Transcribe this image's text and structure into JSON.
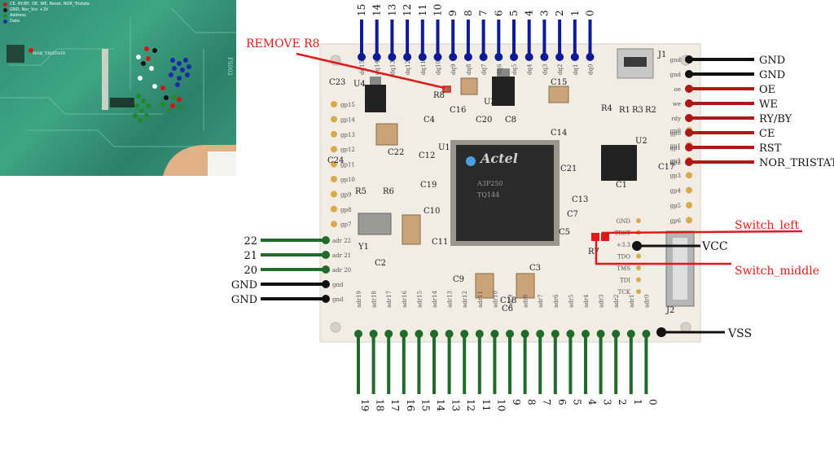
{
  "inset": {
    "legend": [
      {
        "label": "CE, RY/BY, OE, WE, Reset, NOR_Tristate",
        "color": "#d01818"
      },
      {
        "label": "GND, Nor_Vcc +3V",
        "color": "#111111"
      },
      {
        "label": "Address",
        "color": "#1f8a2a"
      },
      {
        "label": "Data",
        "color": "#1c2aa8"
      }
    ],
    "board_label": "FS002",
    "tristate_label": "NOR_TRISTATE"
  },
  "colors": {
    "data": "#0e1a96",
    "address": "#1e6b2a",
    "control": "#b01818",
    "ground": "#111111",
    "annotation": "#e01818",
    "board": "#f1ece4"
  },
  "annotations": {
    "remove_r8": "REMOVE R8",
    "switch_left": "Switch_left",
    "switch_middle": "Switch_middle",
    "vcc": "VCC",
    "vss": "VSS"
  },
  "data_pins": [
    "15",
    "14",
    "13",
    "12",
    "11",
    "10",
    "9",
    "8",
    "7",
    "6",
    "5",
    "4",
    "3",
    "2",
    "1",
    "0"
  ],
  "data_pin_board_labels": [
    "dq15",
    "dq14",
    "dq13",
    "dq12",
    "dq11",
    "dq10",
    "dq9",
    "dq8",
    "dq7",
    "dq6",
    "dq5",
    "dq4",
    "dq3",
    "dq2",
    "dq1",
    "dq0"
  ],
  "address_pins_bottom": [
    "19",
    "18",
    "17",
    "16",
    "15",
    "14",
    "13",
    "12",
    "11",
    "10",
    "9",
    "8",
    "7",
    "6",
    "5",
    "4",
    "3",
    "2",
    "1",
    "0"
  ],
  "address_pin_board_labels": [
    "adr19",
    "adr18",
    "adr17",
    "adr16",
    "adr15",
    "adr14",
    "adr13",
    "adr12",
    "adr11",
    "adr10",
    "adr9",
    "adr8",
    "adr7",
    "adr6",
    "adr5",
    "adr4",
    "adr3",
    "adr2",
    "adr1",
    "adr0"
  ],
  "left_pins": [
    {
      "label": "22",
      "board": "adr 22",
      "kind": "address"
    },
    {
      "label": "21",
      "board": "adr 21",
      "kind": "address"
    },
    {
      "label": "20",
      "board": "adr 20",
      "kind": "address"
    },
    {
      "label": "GND",
      "board": "gnd",
      "kind": "ground"
    },
    {
      "label": "GND",
      "board": "gnd",
      "kind": "ground"
    }
  ],
  "right_pins": [
    {
      "label": "GND",
      "board": "gnd",
      "kind": "ground"
    },
    {
      "label": "GND",
      "board": "gnd",
      "kind": "ground"
    },
    {
      "label": "OE",
      "board": "oe",
      "kind": "control"
    },
    {
      "label": "WE",
      "board": "we",
      "kind": "control"
    },
    {
      "label": "RY/BY",
      "board": "rdy",
      "kind": "control"
    },
    {
      "label": "CE",
      "board": "gp0",
      "kind": "control"
    },
    {
      "label": "RST",
      "board": "gp1",
      "kind": "control"
    },
    {
      "label": "NOR_TRISTATE",
      "board": "gp2",
      "kind": "control"
    }
  ],
  "board": {
    "chip_text": [
      "Actel",
      "A3P250",
      "TQ144"
    ],
    "components": [
      "C23",
      "U4",
      "R8",
      "C16",
      "U3",
      "C15",
      "J1",
      "C24",
      "C4",
      "C20",
      "C8",
      "C22",
      "C12",
      "U1",
      "C14",
      "R4",
      "R1",
      "R3",
      "R2",
      "C17",
      "C21",
      "U2",
      "C1",
      "C13",
      "R5",
      "R6",
      "C19",
      "C10",
      "Y1",
      "C11",
      "C2",
      "C7",
      "C5",
      "R7",
      "J2",
      "C9",
      "C3",
      "C18",
      "C6"
    ],
    "left_gp": [
      "gp15",
      "gp14",
      "gp13",
      "gp12",
      "gp11",
      "gp10",
      "gp9",
      "gp8",
      "gp7"
    ],
    "right_gp": [
      "gp0",
      "gp1",
      "gp2",
      "gp3",
      "gp4",
      "gp5",
      "gp6"
    ],
    "jtag": [
      "GND",
      "TRST",
      "+3.3",
      "TDO",
      "TMS",
      "TDI",
      "TCK"
    ]
  }
}
